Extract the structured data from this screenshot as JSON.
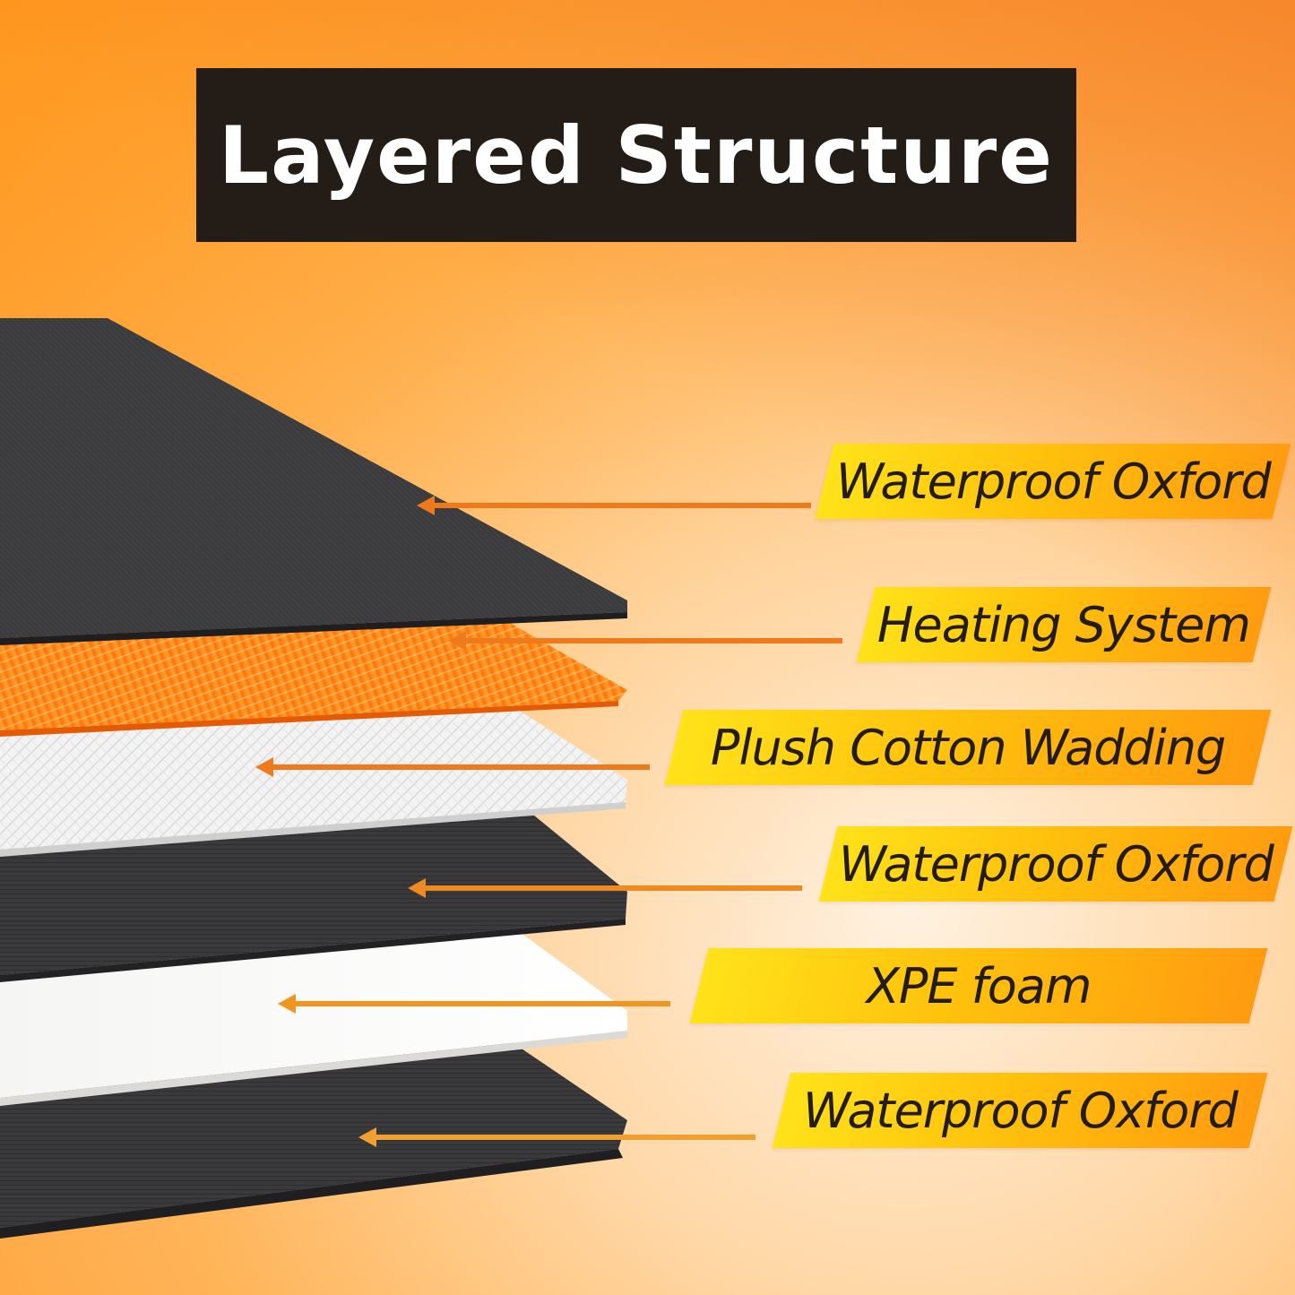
{
  "title": "Layered Structure",
  "colors": {
    "title_bg": "#231c17",
    "label_bar_start": "#ffe21a",
    "label_bar_end": "#ff9b10",
    "arrow": "#ee7a1c",
    "oxford": "#3a3a3c",
    "heating": "#ff8a12",
    "cotton": "#f4f4f4",
    "foam": "#f7f6f3"
  },
  "layers": [
    {
      "label": "Waterproof Oxford",
      "material": "oxford"
    },
    {
      "label": "Heating System",
      "material": "heating"
    },
    {
      "label": "Plush Cotton Wadding",
      "material": "cotton"
    },
    {
      "label": "Waterproof Oxford",
      "material": "oxford"
    },
    {
      "label": "XPE foam",
      "material": "foam"
    },
    {
      "label": "Waterproof Oxford",
      "material": "oxford"
    }
  ]
}
